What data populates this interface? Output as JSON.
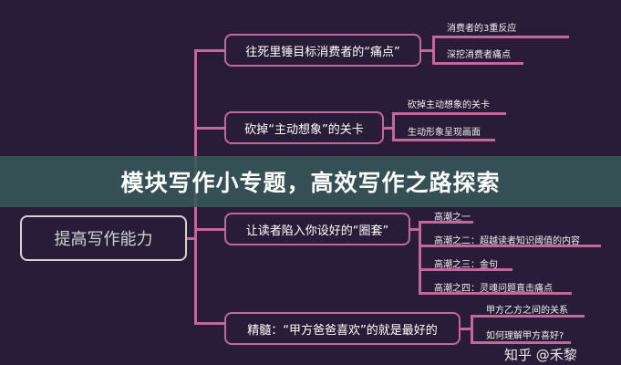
{
  "root": "提高写作能力",
  "branches": [
    {
      "label": "往死里锤目标消费者的“痛点”",
      "children": [
        "消费者的3重反应",
        "深挖消费者痛点"
      ]
    },
    {
      "label": "砍掉“主动想象”的关卡",
      "children": [
        "砍掉主动想象的关卡",
        "生动形象呈现画面"
      ]
    },
    {
      "label": "让读者陷入你设好的“圈套”",
      "children": [
        "高潮之一",
        "高潮之二：超越读者知识阈值的内容",
        "高潮之三：金句",
        "高潮之四：灵魂问题直击痛点"
      ]
    },
    {
      "label": "精髓：“甲方爸爸喜欢”的就是最好的",
      "children": [
        "甲方乙方之间的关系",
        "如何理解甲方喜好?"
      ]
    }
  ],
  "banner": "模块写作小专题，高效写作之路探索",
  "watermark": "知乎 @禾黎"
}
